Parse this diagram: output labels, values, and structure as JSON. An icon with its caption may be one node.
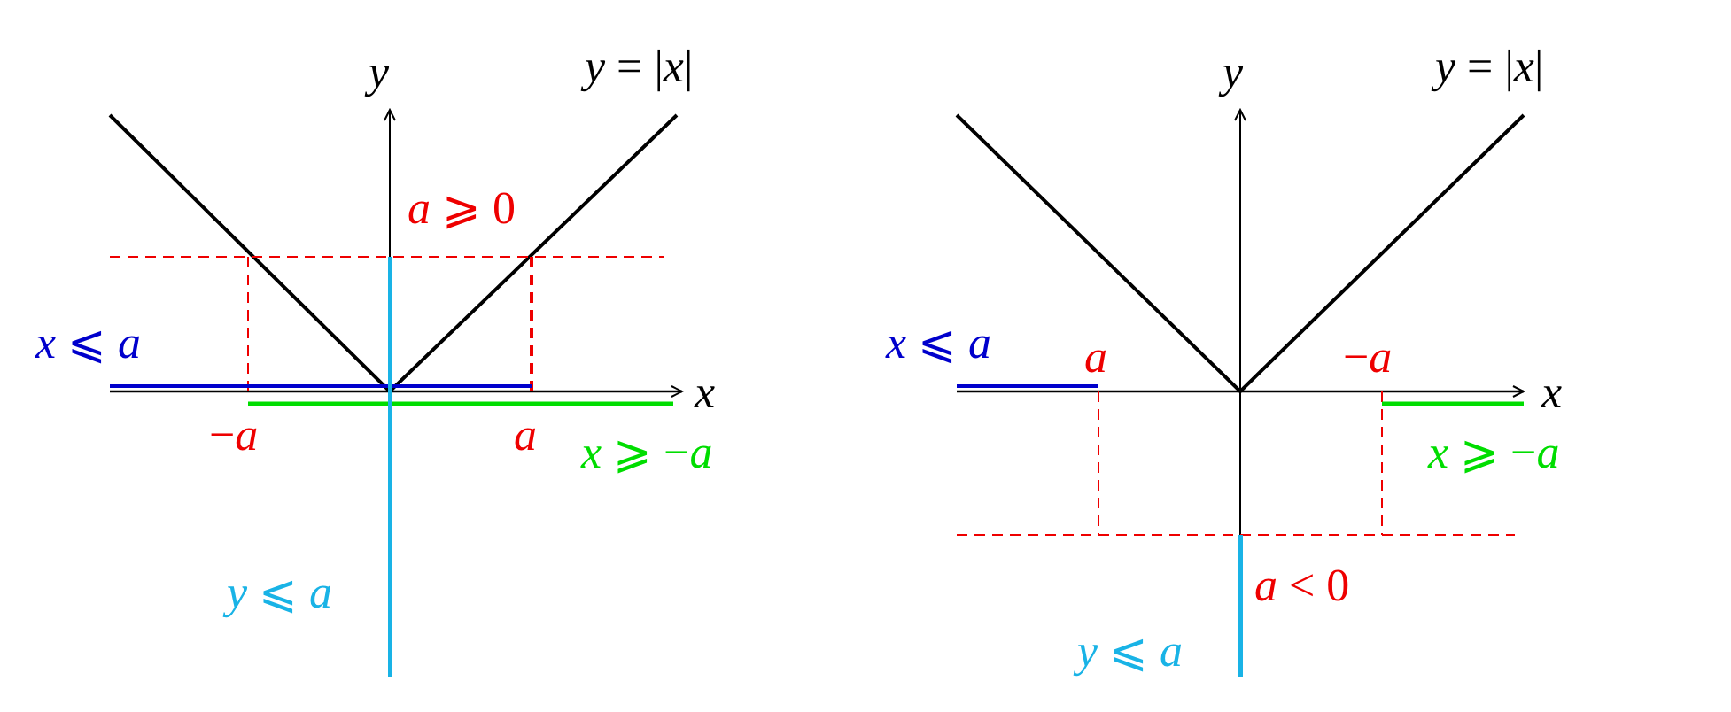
{
  "diagram": {
    "labels": [
      "*y*",
      "*y* = |*x*|",
      "*a* ⩾ 0",
      "*x* ⩽ *a*",
      "*x*",
      "−*a*",
      "*a*",
      "*x* ⩾ −*a*",
      "*y* ⩽ *a*",
      "*y*",
      "*y* = |*x*|",
      "*x* ⩽ *a*",
      "*a*",
      "−*a*",
      "*x*",
      "*x* ⩾ −*a*",
      "*a* < 0",
      "*y* ⩽ *a*"
    ]
  }
}
